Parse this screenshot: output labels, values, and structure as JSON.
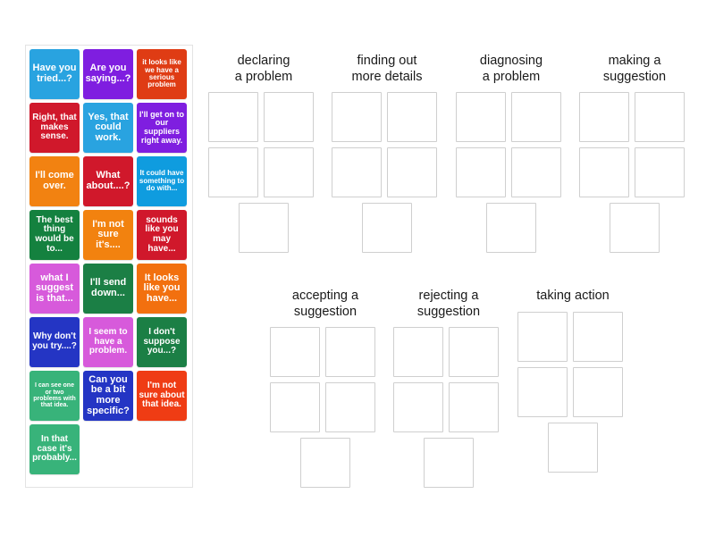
{
  "tray": {
    "name": "answer-tile-tray",
    "tiles": [
      {
        "text": "Have you tried...?",
        "color": "#29a3e0",
        "size": "fs-11"
      },
      {
        "text": "Are you saying...?",
        "color": "#7f1ee0",
        "size": "fs-11"
      },
      {
        "text": "it looks like we have a serious problem",
        "color": "#df3c14",
        "size": "fs-8"
      },
      {
        "text": "Right, that makes sense.",
        "color": "#d0182b",
        "size": "fs-10"
      },
      {
        "text": "Yes, that could work.",
        "color": "#29a3e0",
        "size": "fs-11"
      },
      {
        "text": "I'll get on to our suppliers right away.",
        "color": "#7f1ee0",
        "size": "fs-9"
      },
      {
        "text": "I'll come over.",
        "color": "#f28211",
        "size": "fs-11"
      },
      {
        "text": "What about....?",
        "color": "#d0182b",
        "size": "fs-11"
      },
      {
        "text": "It could have something to do with...",
        "color": "#0f9cdf",
        "size": "fs-8"
      },
      {
        "text": "The best thing would be to...",
        "color": "#14813f",
        "size": "fs-10"
      },
      {
        "text": "I'm not sure it's....",
        "color": "#f2820f",
        "size": "fs-11"
      },
      {
        "text": "sounds like you may have...",
        "color": "#d0182b",
        "size": "fs-10"
      },
      {
        "text": "what I suggest is that...",
        "color": "#d75adb",
        "size": "fs-11"
      },
      {
        "text": "I'll send down...",
        "color": "#1b7f45",
        "size": "fs-11"
      },
      {
        "text": "It looks like you have...",
        "color": "#f2700f",
        "size": "fs-11"
      },
      {
        "text": "Why don't you try....?",
        "color": "#2435c4",
        "size": "fs-10"
      },
      {
        "text": "I seem to have a problem.",
        "color": "#d75adb",
        "size": "fs-10"
      },
      {
        "text": "I don't suppose you...?",
        "color": "#1b7f45",
        "size": "fs-10"
      },
      {
        "text": "I can see one or two problems with that idea.",
        "color": "#38b37a",
        "size": "fs-7"
      },
      {
        "text": "Can you be a bit more specific?",
        "color": "#2435c4",
        "size": "fs-11"
      },
      {
        "text": "I'm not sure about that idea.",
        "color": "#ef3c14",
        "size": "fs-10"
      },
      {
        "text": "In that case it's probably...",
        "color": "#38b37a",
        "size": "fs-10"
      }
    ]
  },
  "groups": [
    {
      "id": "group-0",
      "title": "declaring\na problem",
      "slot_count": 5
    },
    {
      "id": "group-1",
      "title": "finding out\nmore details",
      "slot_count": 5
    },
    {
      "id": "group-2",
      "title": "diagnosing\na problem",
      "slot_count": 5
    },
    {
      "id": "group-3",
      "title": "making a\nsuggestion",
      "slot_count": 5
    },
    {
      "id": "group-4",
      "title": "accepting a\nsuggestion",
      "slot_count": 5
    },
    {
      "id": "group-5",
      "title": "rejecting a\nsuggestion",
      "slot_count": 5
    },
    {
      "id": "group-6",
      "title": "taking action",
      "slot_count": 5
    }
  ],
  "colors": {
    "page_background": "#ffffff",
    "tray_border": "#e3e3e3",
    "slot_border": "#cfcfcf",
    "title_text": "#1a1a1a"
  }
}
